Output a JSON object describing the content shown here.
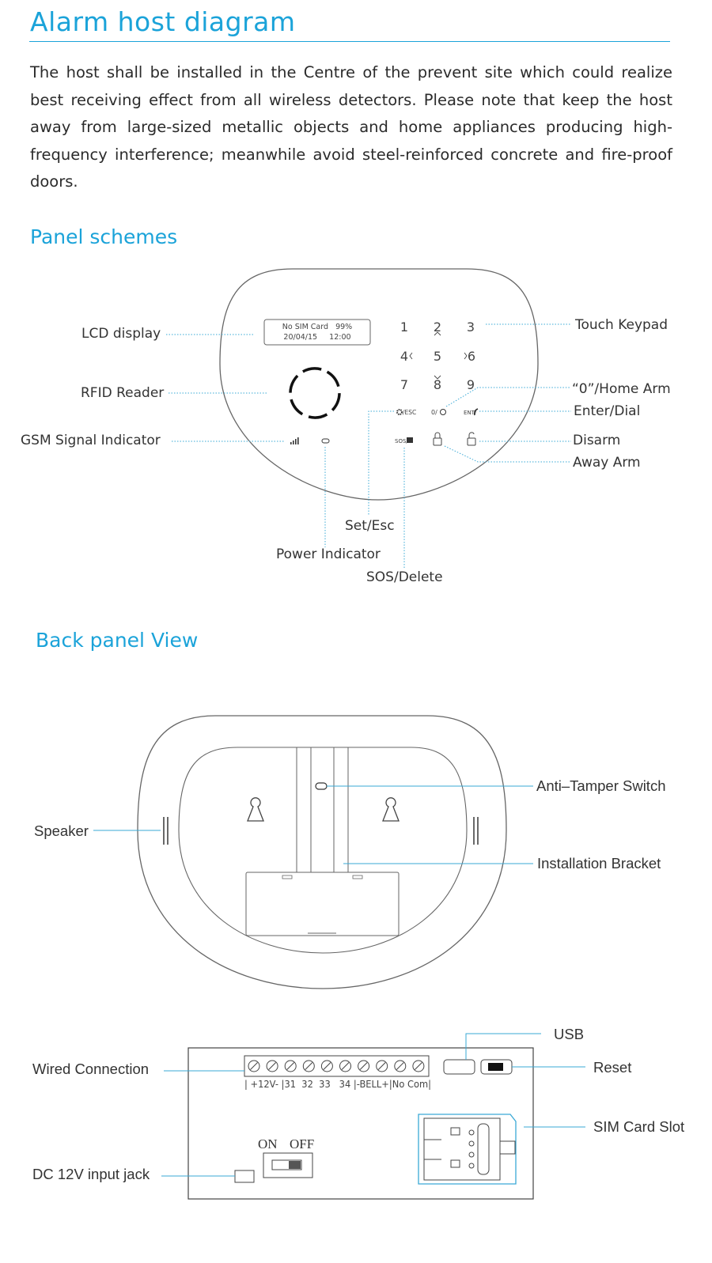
{
  "heading": "Alarm host diagram",
  "intro": "The host shall be installed in the Centre of the prevent site which could realize best receiving effect from all wireless detectors. Please note that keep the host away from large-sized metallic objects and home appliances producing high-frequency interference; meanwhile avoid steel-reinforced concrete and fire-proof doors.",
  "panel": {
    "heading": "Panel schemes",
    "lcd": {
      "line1": "No SIM Card   99%",
      "line2": "20/04/15     12:00"
    },
    "keys": [
      "1",
      "2",
      "3",
      "4",
      "5",
      "6",
      "7",
      "8",
      "9"
    ],
    "func_keys": {
      "set_esc": "/ESC",
      "zero": "0/",
      "ent": "ENT/",
      "sos": "SOS/"
    },
    "labels": {
      "lcd_display": "LCD display",
      "rfid_reader": "RFID Reader",
      "gsm_signal": "GSM Signal Indicator",
      "touch_keypad": "Touch Keypad",
      "home_arm": "“0”/Home Arm",
      "enter_dial": "Enter/Dial",
      "disarm": "Disarm",
      "away_arm": "Away Arm",
      "set_esc": "Set/Esc",
      "power_indicator": "Power Indicator",
      "sos_delete": "SOS/Delete"
    }
  },
  "back": {
    "heading": "Back panel View",
    "labels": {
      "speaker": "Speaker",
      "anti_tamper": "Anti–Tamper Switch",
      "installation_bracket": "Installation Bracket"
    }
  },
  "board": {
    "labels": {
      "wired_connection": "Wired Connection",
      "dc_input": "DC 12V input jack",
      "usb": "USB",
      "reset": "Reset",
      "sim_slot": "SIM Card Slot"
    },
    "terminal_legend": "| +12V- |31  32  33   34 |-BELL+|No Com|",
    "switch": {
      "on": "ON",
      "off": "OFF"
    }
  },
  "colors": {
    "accent": "#1ba3d9",
    "line": "#3aa9d6",
    "outline": "#555555"
  }
}
